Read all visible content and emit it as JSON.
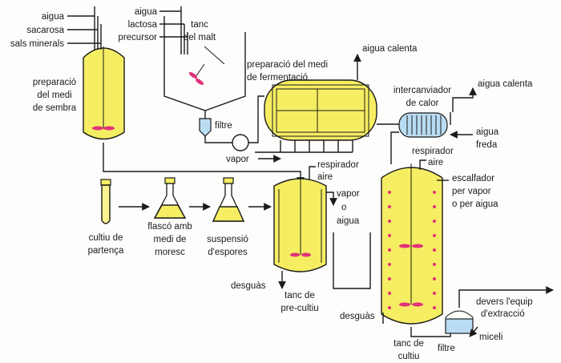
{
  "labels": {
    "aigua_1": "aigua",
    "sacarosa": "sacarosa",
    "sals_minerals": "sals minerals",
    "prep_sembra_1": "preparació",
    "prep_sembra_2": "del medi",
    "prep_sembra_3": "de sembra",
    "aigua_2": "aigua",
    "lactosa": "lactosa",
    "precursor": "precursor",
    "tanc_malt_1": "tanc",
    "tanc_malt_2": "del malt",
    "filtre_1": "filtre",
    "prep_ferm_1": "preparació del medi",
    "prep_ferm_2": "de fermentació",
    "aigua_calenta_1": "aigua calenta",
    "intercanviador_1": "intercanviador",
    "intercanviador_2": "de calor",
    "aigua_calenta_2": "aigua calenta",
    "aigua_freda_1": "aigua",
    "aigua_freda_2": "freda",
    "vapor": "vapor",
    "respirador_1_1": "respirador",
    "respirador_1_2": "aire",
    "respirador_2_1": "respirador",
    "respirador_2_2": "aire",
    "vapor_aigua_1": "vapor",
    "vapor_aigua_2": "o",
    "vapor_aigua_3": "aigua",
    "escalfador_1": "escalfador",
    "escalfador_2": "per vapor",
    "escalfador_3": "o per aigua",
    "cultiu_partenca_1": "cultiu de",
    "cultiu_partenca_2": "partença",
    "flasco_1": "flascó amb",
    "flasco_2": "medi de",
    "flasco_3": "moresc",
    "suspensio_1": "suspensió",
    "suspensio_2": "d'espores",
    "desguas_1": "desguàs",
    "tanc_precultiu_1": "tanc de",
    "tanc_precultiu_2": "pre-cultiu",
    "desguas_2": "desguàs",
    "tanc_cultiu_1": "tanc de",
    "tanc_cultiu_2": "cultiu",
    "devers_1": "devers l'equip",
    "devers_2": "d'extracció",
    "filtre_2": "filtre",
    "miceli": "miceli"
  },
  "colors": {
    "vessel_fill": "#f6ee62",
    "filter_fill": "#b9dcf2",
    "impeller": "#e0337a",
    "line": "#1a1a1a"
  }
}
